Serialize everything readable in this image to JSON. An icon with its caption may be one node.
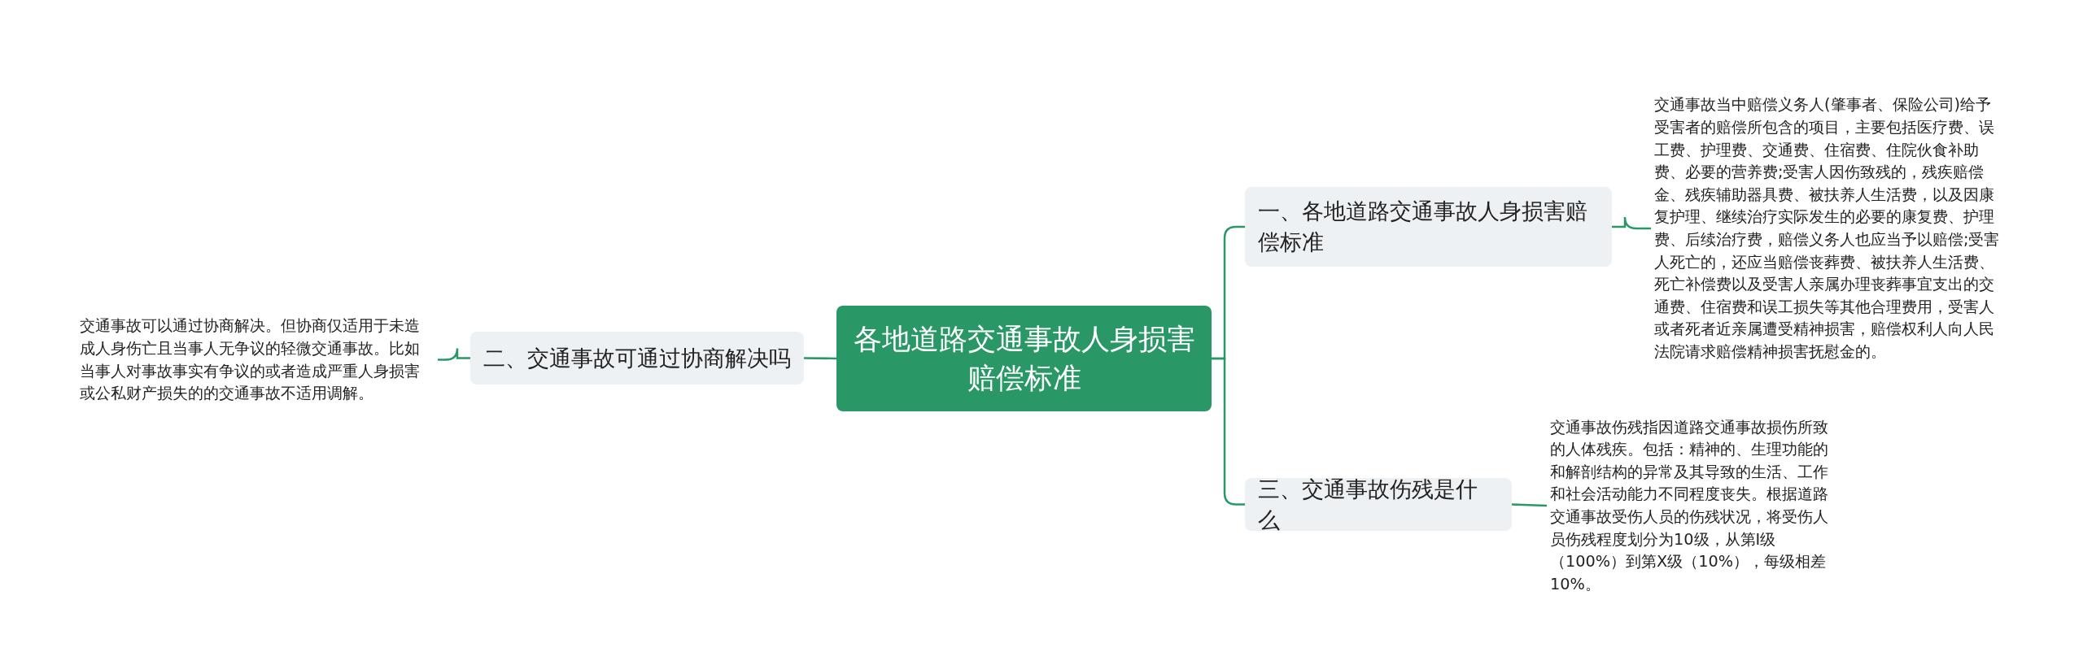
{
  "diagram": {
    "nodes": [
      {
        "text": [
          "各地道路交通事故人身损害赔偿标准"
        ]
      },
      {
        "text": [
          "一、各地道路交通事故人身损害赔偿标准"
        ]
      },
      {
        "text": [
          "交通事故当中赔偿义务人(肇事者、保险公司)给予受害者的赔偿所包含的项目，主要包括医疗费、误工费、护理费、交通费、住宿费、住院伙食补助费、必要的营养费;受害人因伤致残的，残疾赔偿金、残疾辅助器具费、被扶养人生活费，以及因康复护理、继续治疗实际发生的必要的康复费、护理费、后续治疗费，赔偿义务人也应当予以赔偿;受害人死亡的，还应当赔偿丧葬费、被扶养人生活费、死亡补偿费以及受害人亲属办理丧葬事宜支出的交通费、住宿费和误工损失等其他合理费用，受害人或者死者近亲属遭受精神损害，赔偿权利人向人民法院请求赔偿精神损害抚慰金的。"
        ]
      },
      {
        "text": [
          "二、交通事故可通过协商解决吗"
        ]
      },
      {
        "text": [
          "交通事故可以通过协商解决。但协商仅适用于未造成人身伤亡且当事人无争议的轻微交通事故。比如当事人对事故事实有争议的或者造成严重人身损害或公私财产损失的的交通事故不适用调解。"
        ]
      },
      {
        "text": [
          "三、交通事故伤残是什么"
        ]
      },
      {
        "text": [
          "交通事故伤残指因道路交通事故损伤所致的人体残疾。包括：精神的、生理功能的和解剖结构的异常及其导致的生活、工作和社会活动能力不同程度丧失。根据道路交通事故受伤人员的伤残状况，将受伤人员伤残程度划分为10级，从第I级（100%）到第X级（10%），每级相差10%。"
        ]
      }
    ],
    "edges": [
      {
        "from": 0,
        "to": 1,
        "arrow": "none"
      },
      {
        "from": 1,
        "to": 2,
        "arrow": "none"
      },
      {
        "from": 0,
        "to": 3,
        "arrow": "none"
      },
      {
        "from": 3,
        "to": 4,
        "arrow": "none"
      },
      {
        "from": 0,
        "to": 5,
        "arrow": "none"
      },
      {
        "from": 5,
        "to": 6,
        "arrow": "none"
      }
    ]
  }
}
